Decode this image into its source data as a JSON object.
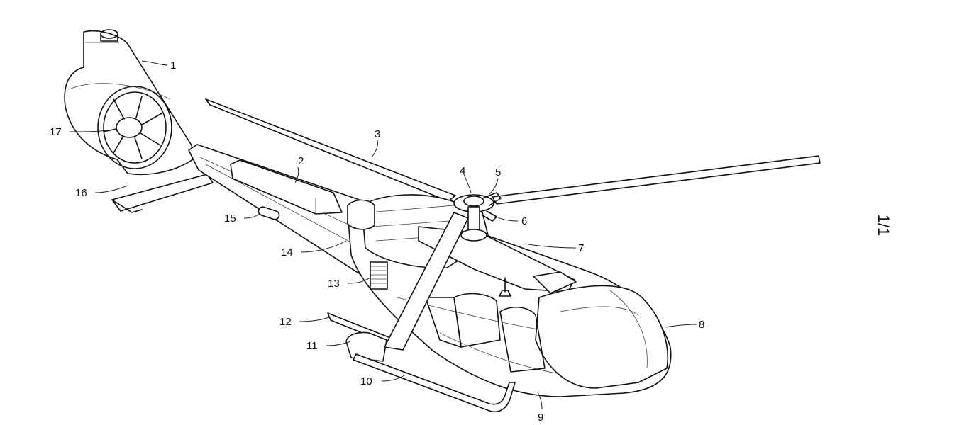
{
  "sheet_label": "1/1",
  "reference_numerals": [
    {
      "id": "n1",
      "text": "1"
    },
    {
      "id": "n2",
      "text": "2"
    },
    {
      "id": "n3",
      "text": "3"
    },
    {
      "id": "n4",
      "text": "4"
    },
    {
      "id": "n5",
      "text": "5"
    },
    {
      "id": "n6",
      "text": "6"
    },
    {
      "id": "n7",
      "text": "7"
    },
    {
      "id": "n8",
      "text": "8"
    },
    {
      "id": "n9",
      "text": "9"
    },
    {
      "id": "n10",
      "text": "10"
    },
    {
      "id": "n11",
      "text": "11"
    },
    {
      "id": "n12",
      "text": "12"
    },
    {
      "id": "n13",
      "text": "13"
    },
    {
      "id": "n14",
      "text": "14"
    },
    {
      "id": "n15",
      "text": "15"
    },
    {
      "id": "n16",
      "text": "16"
    },
    {
      "id": "n17",
      "text": "17"
    }
  ]
}
